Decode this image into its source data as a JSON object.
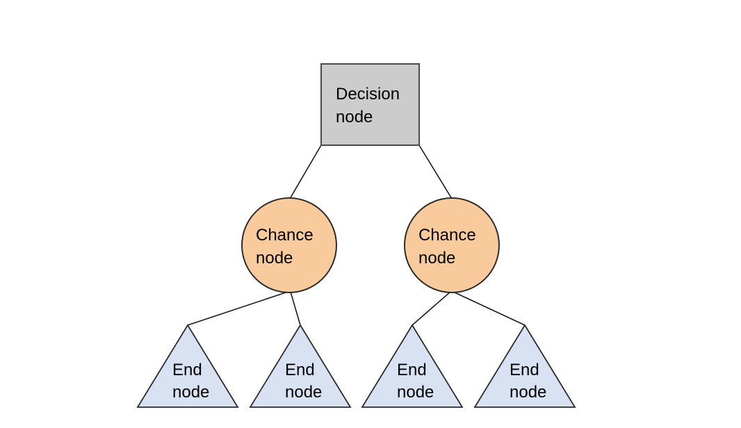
{
  "diagram": {
    "type": "decision-tree",
    "background": "#ffffff",
    "colors": {
      "decision_fill": "#cccccc",
      "decision_stroke": "#4a4a4a",
      "chance_fill": "#f9cb9c",
      "chance_stroke": "#2b2b2b",
      "end_fill": "#d9e2f3",
      "end_stroke": "#2b2b2b",
      "edge_stroke": "#1a1a1a",
      "text_color": "#000000"
    },
    "nodes": {
      "decision": {
        "shape": "square",
        "line1": "Decision",
        "line2": "node"
      },
      "chance_left": {
        "shape": "circle",
        "line1": "Chance",
        "line2": "node"
      },
      "chance_right": {
        "shape": "circle",
        "line1": "Chance",
        "line2": "node"
      },
      "end_1": {
        "shape": "triangle",
        "line1": "End",
        "line2": "node"
      },
      "end_2": {
        "shape": "triangle",
        "line1": "End",
        "line2": "node"
      },
      "end_3": {
        "shape": "triangle",
        "line1": "End",
        "line2": "node"
      },
      "end_4": {
        "shape": "triangle",
        "line1": "End",
        "line2": "node"
      }
    },
    "edges": [
      {
        "from": "decision",
        "to": "chance_left"
      },
      {
        "from": "decision",
        "to": "chance_right"
      },
      {
        "from": "chance_left",
        "to": "end_1"
      },
      {
        "from": "chance_left",
        "to": "end_2"
      },
      {
        "from": "chance_right",
        "to": "end_3"
      },
      {
        "from": "chance_right",
        "to": "end_4"
      }
    ]
  }
}
